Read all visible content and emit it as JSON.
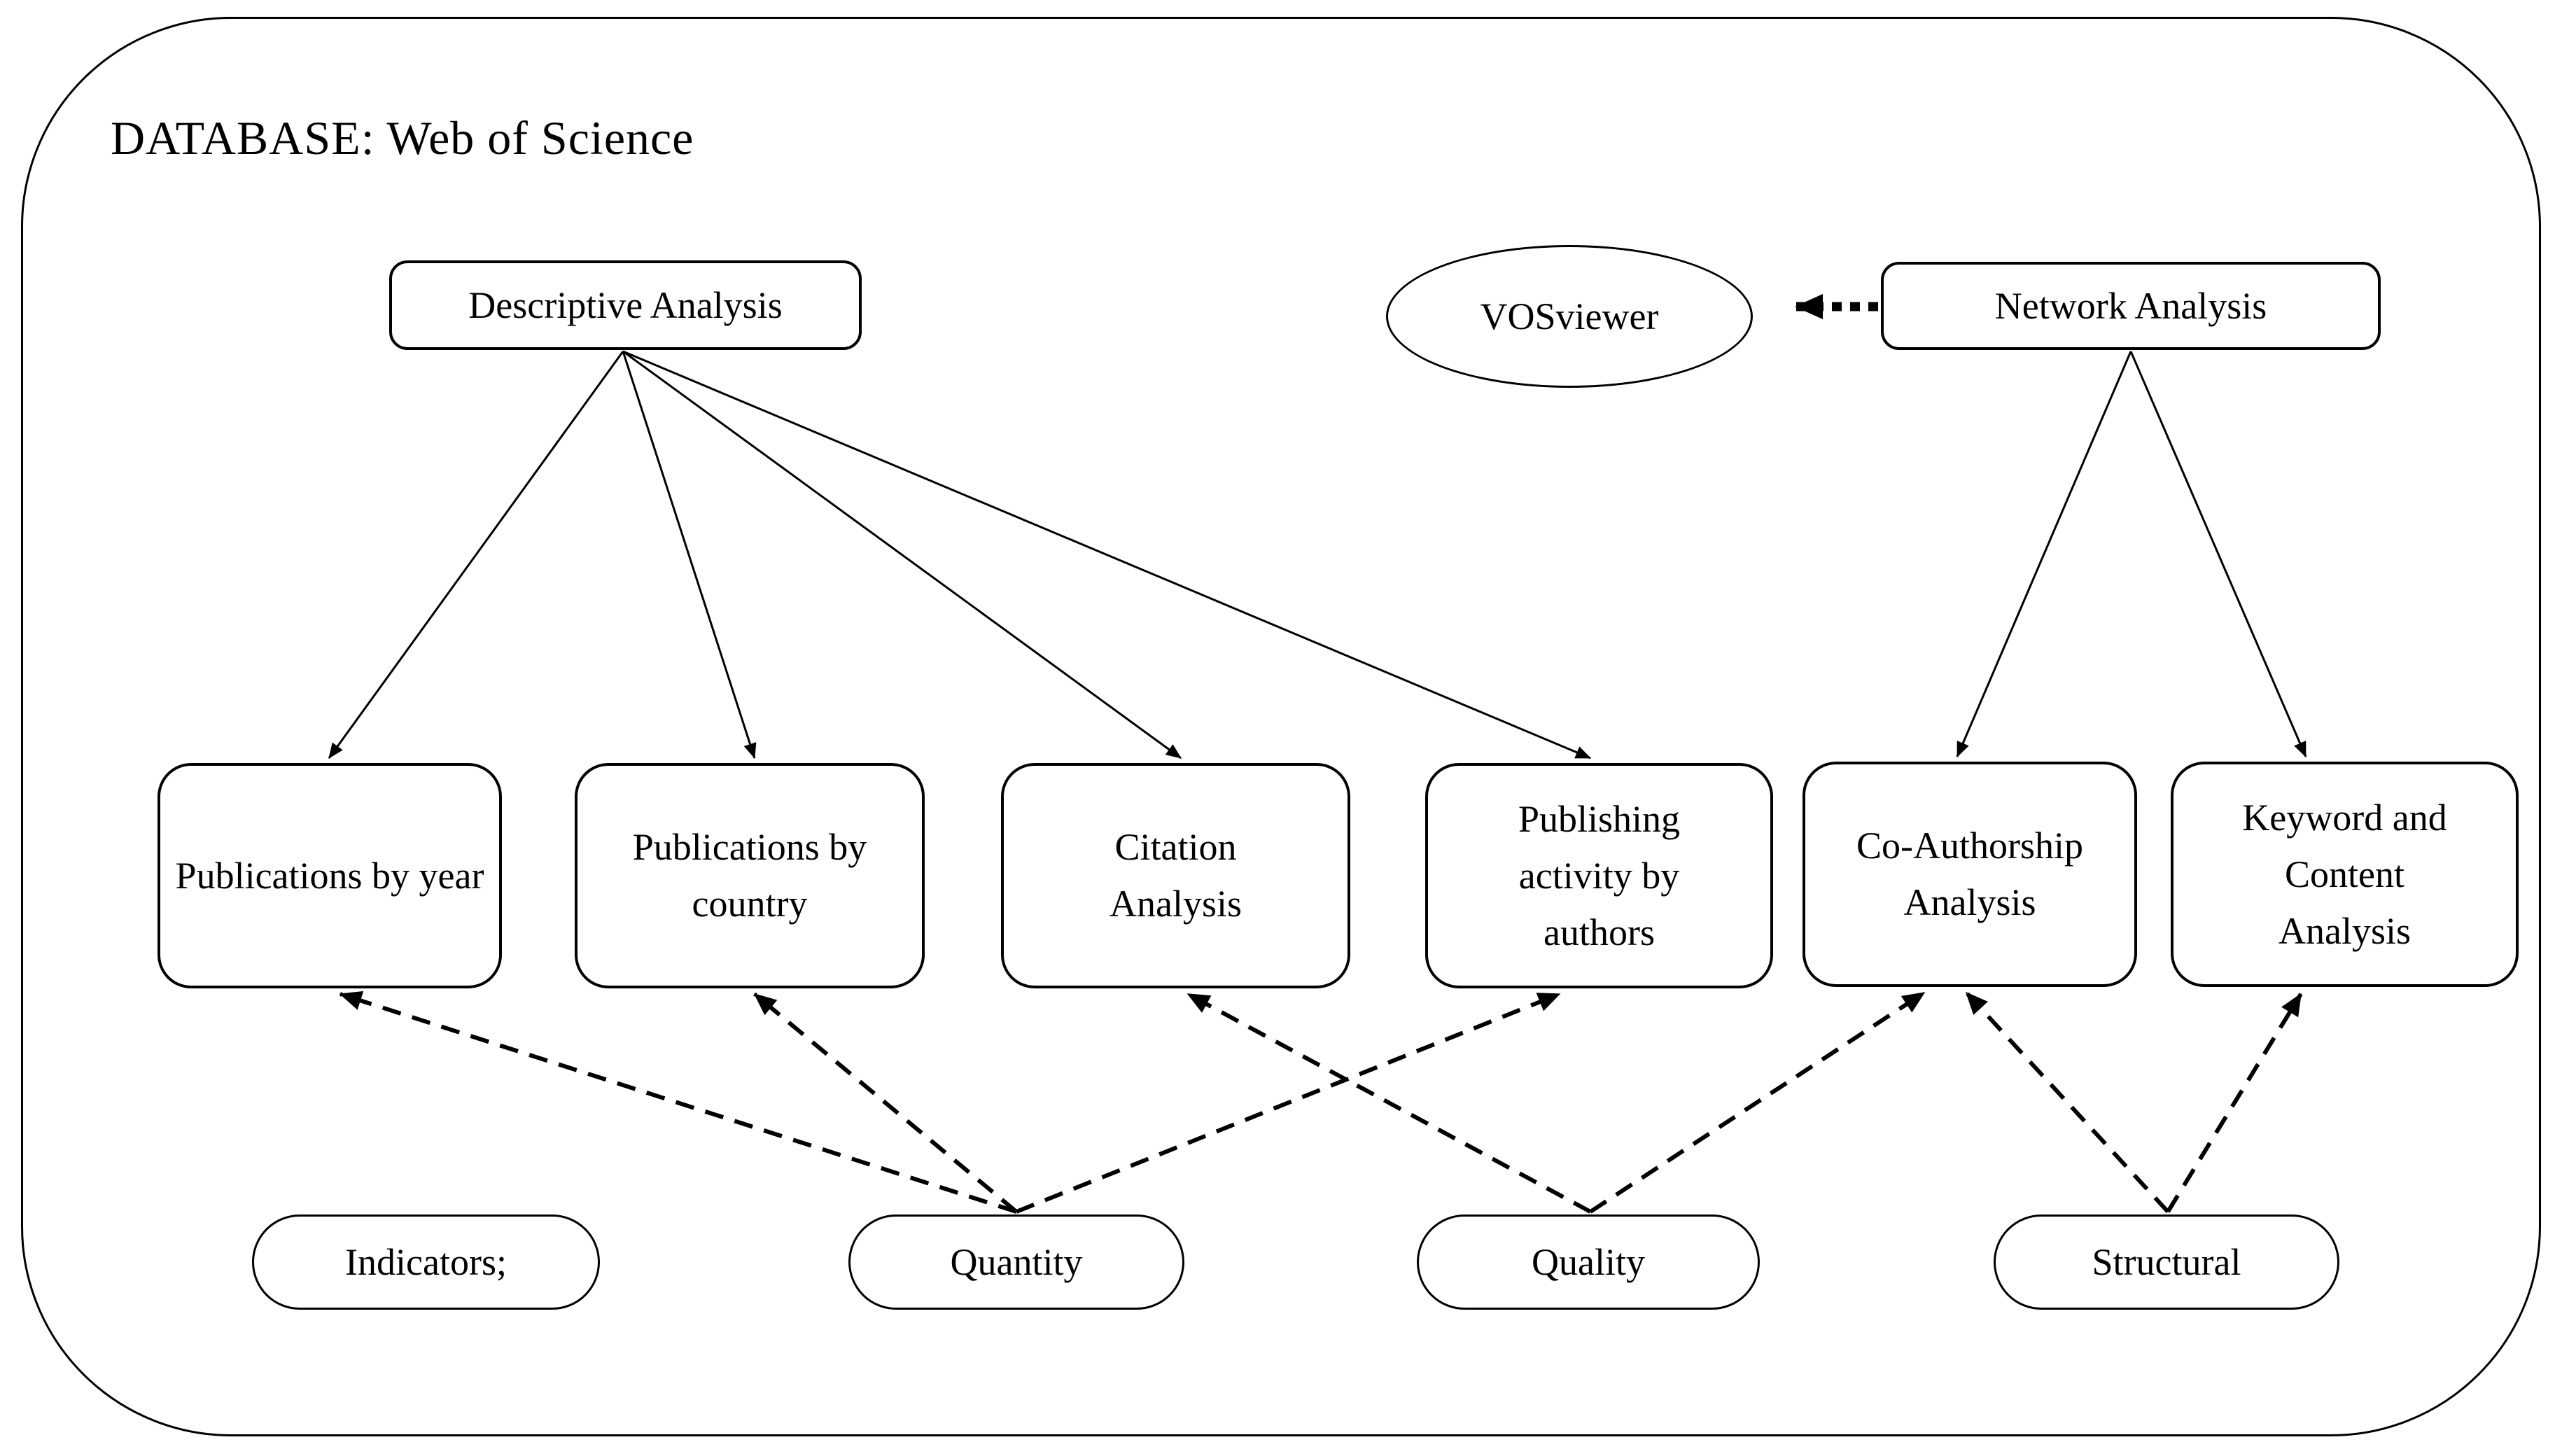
{
  "diagram": {
    "title_label": "DATABASE: Web of Science",
    "colors": {
      "ink": "#000000",
      "paper": "#ffffff"
    },
    "nodes": {
      "descriptive": {
        "label": "Descriptive Analysis",
        "shape": "rounded-rect"
      },
      "vosviewer": {
        "label": "VOSviewer",
        "shape": "ellipse"
      },
      "network": {
        "label": "Network Analysis",
        "shape": "rounded-rect"
      },
      "pub_year": {
        "label": "Publications by year",
        "shape": "rounded-rect"
      },
      "pub_country": {
        "label": "Publications by country",
        "shape": "rounded-rect"
      },
      "citation": {
        "label": "Citation Analysis",
        "shape": "rounded-rect"
      },
      "pub_activity": {
        "label": "Publishing activity by authors",
        "shape": "rounded-rect"
      },
      "coauthorship": {
        "label": "Co-Authorship Analysis",
        "shape": "rounded-rect"
      },
      "keyword": {
        "label": "Keyword and Content Analysis",
        "shape": "rounded-rect"
      },
      "indicators": {
        "label": "Indicators;",
        "shape": "pill"
      },
      "quantity": {
        "label": "Quantity",
        "shape": "pill"
      },
      "quality": {
        "label": "Quality",
        "shape": "pill"
      },
      "structural": {
        "label": "Structural",
        "shape": "pill"
      }
    },
    "edges": [
      {
        "from": "descriptive",
        "to": "pub_year",
        "style": "solid-arrow"
      },
      {
        "from": "descriptive",
        "to": "pub_country",
        "style": "solid-arrow"
      },
      {
        "from": "descriptive",
        "to": "citation",
        "style": "solid-arrow"
      },
      {
        "from": "descriptive",
        "to": "pub_activity",
        "style": "solid-arrow"
      },
      {
        "from": "network",
        "to": "coauthorship",
        "style": "solid-arrow"
      },
      {
        "from": "network",
        "to": "keyword",
        "style": "solid-arrow"
      },
      {
        "from": "network",
        "to": "vosviewer",
        "style": "dotted-arrow"
      },
      {
        "from": "quantity",
        "to": "pub_year",
        "style": "dashed-arrow"
      },
      {
        "from": "quantity",
        "to": "pub_country",
        "style": "dashed-arrow"
      },
      {
        "from": "quantity",
        "to": "pub_activity",
        "style": "dashed-arrow"
      },
      {
        "from": "quality",
        "to": "citation",
        "style": "dashed-arrow"
      },
      {
        "from": "quality",
        "to": "coauthorship",
        "style": "dashed-arrow"
      },
      {
        "from": "structural",
        "to": "coauthorship",
        "style": "dashed-arrow"
      },
      {
        "from": "structural",
        "to": "keyword",
        "style": "dashed-arrow"
      }
    ]
  }
}
